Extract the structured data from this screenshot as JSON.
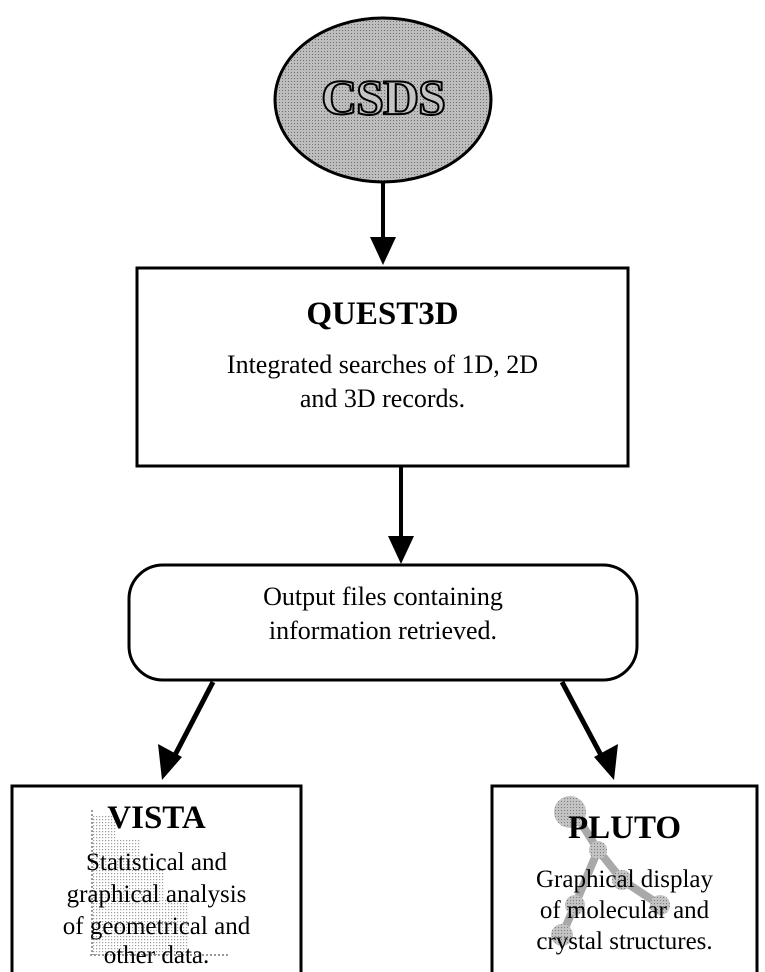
{
  "nodes": {
    "csds": {
      "title": "CSDS"
    },
    "quest3d": {
      "title": "QUEST3D",
      "line1": "Integrated searches of 1D, 2D",
      "line2": "and 3D records."
    },
    "output": {
      "line1": "Output files containing",
      "line2": "information retrieved."
    },
    "vista": {
      "title": "VISTA",
      "line1": "Statistical and",
      "line2": "graphical analysis",
      "line3": "of geometrical and",
      "line4": "other data."
    },
    "pluto": {
      "title": "PLUTO",
      "line1": "Graphical display",
      "line2": "of molecular and",
      "line3": "crystal structures."
    }
  },
  "colors": {
    "ellipse_fill": "#9e9e9e",
    "stroke": "#000000",
    "background": "#ffffff",
    "watermark": "#b0b0b0"
  }
}
